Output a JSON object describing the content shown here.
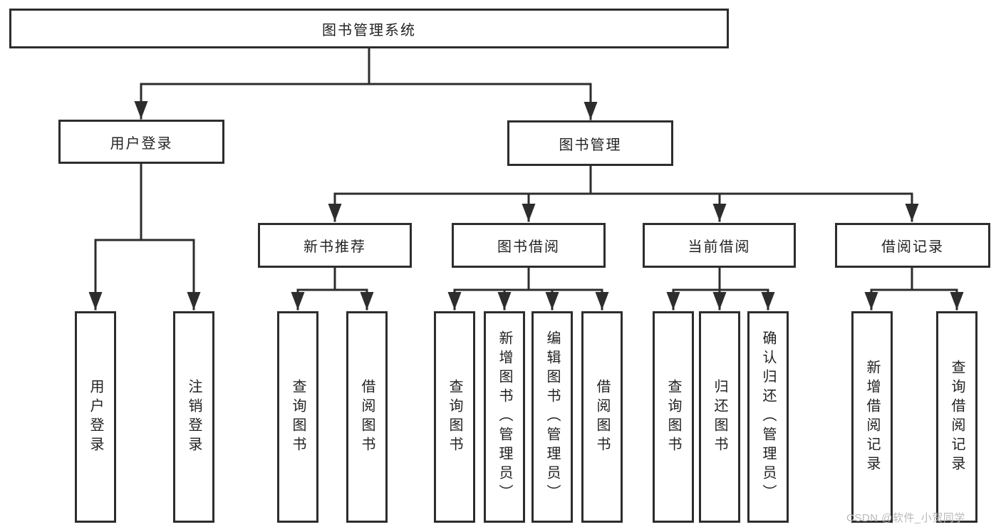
{
  "diagram": {
    "tree": {
      "label": "图书管理系统",
      "children": [
        {
          "label": "用户登录",
          "children": [
            {
              "label": "用户登录"
            },
            {
              "label": "注销登录"
            }
          ]
        },
        {
          "label": "图书管理",
          "children": [
            {
              "label": "新书推荐",
              "children": [
                {
                  "label": "查询图书"
                },
                {
                  "label": "借阅图书"
                }
              ]
            },
            {
              "label": "图书借阅",
              "children": [
                {
                  "label": "查询图书"
                },
                {
                  "label": "新增图书（管理员）"
                },
                {
                  "label": "编辑图书（管理员）"
                },
                {
                  "label": "借阅图书"
                }
              ]
            },
            {
              "label": "当前借阅",
              "children": [
                {
                  "label": "查询图书"
                },
                {
                  "label": "归还图书"
                },
                {
                  "label": "确认归还（管理员）"
                }
              ]
            },
            {
              "label": "借阅记录",
              "children": [
                {
                  "label": "新增借阅记录"
                },
                {
                  "label": "查询借阅记录"
                }
              ]
            }
          ]
        }
      ]
    },
    "watermark": {
      "text": "CSDN @软件_小贺同学"
    },
    "colors": {
      "line": "#2d2d2d",
      "box_border": "#2d2d2d",
      "box_background": "#ffffff",
      "text": "#222222",
      "watermark": "#b9b9b9",
      "background": "#ffffff"
    }
  }
}
